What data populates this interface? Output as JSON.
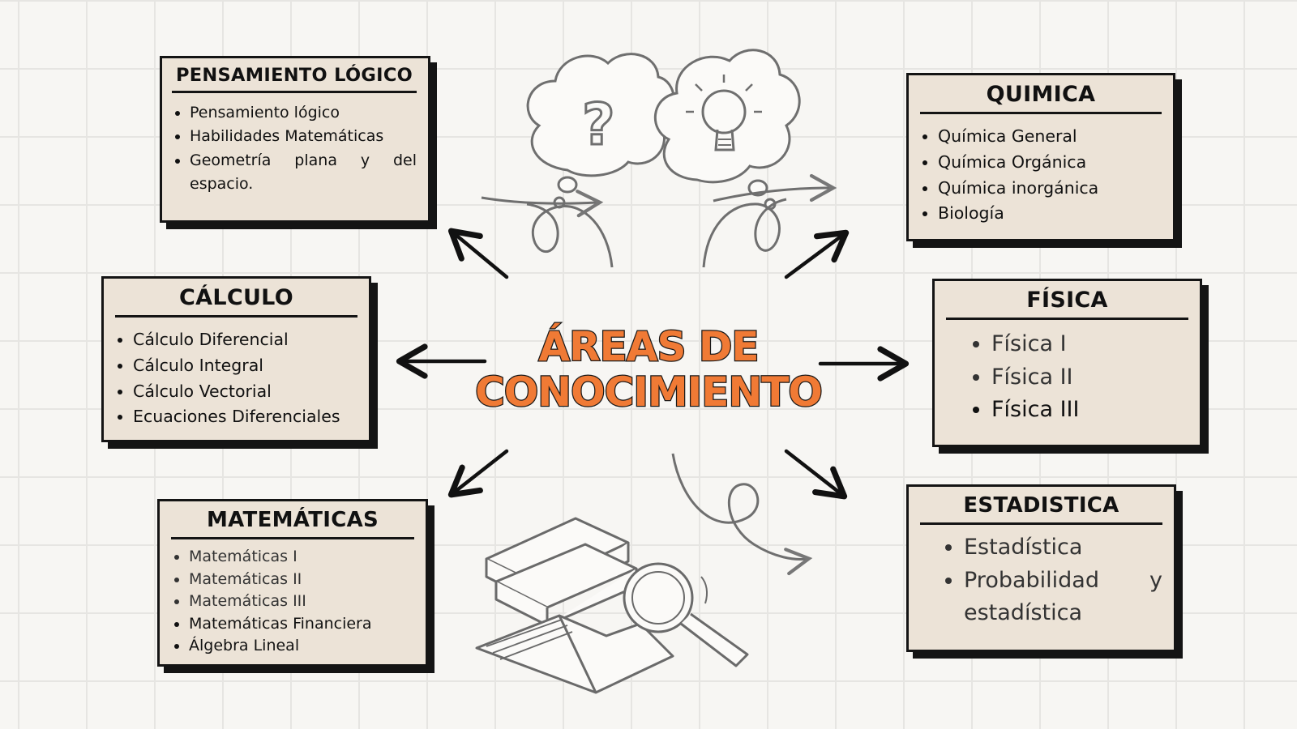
{
  "title": {
    "line1": "ÁREAS DE",
    "line2": "CONOCIMIENTO"
  },
  "boxes": {
    "pensamiento": {
      "heading": "PENSAMIENTO LÓGICO",
      "items": [
        "Pensamiento lógico",
        "Habilidades Matemáticas",
        "Geometría plana y del espacio."
      ]
    },
    "calculo": {
      "heading": "CÁLCULO",
      "items": [
        "Cálculo Diferencial",
        "Cálculo Integral",
        "Cálculo Vectorial",
        "Ecuaciones Diferenciales"
      ]
    },
    "matematicas": {
      "heading": "MATEMÁTICAS",
      "items": [
        "Matemáticas I",
        "Matemáticas II",
        "Matemáticas III",
        "Matemáticas Financiera",
        "Álgebra Lineal"
      ]
    },
    "quimica": {
      "heading": "QUIMICA",
      "items": [
        "Química General",
        "Química Orgánica",
        "Química inorgánica",
        "Biología"
      ]
    },
    "fisica": {
      "heading": "FÍSICA",
      "items": [
        "Física I",
        "Física II",
        "Física III"
      ]
    },
    "estadistica": {
      "heading": "ESTADISTICA",
      "items": [
        "Estadística",
        "Probabilidad y estadística"
      ]
    }
  },
  "colors": {
    "accent": "#f07a35",
    "box_fill": "#ece3d7",
    "ink": "#141414",
    "sketch": "#707070"
  },
  "icons": [
    "question-cloud-icon",
    "lightbulb-cloud-icon",
    "books-magnifier-icon"
  ]
}
